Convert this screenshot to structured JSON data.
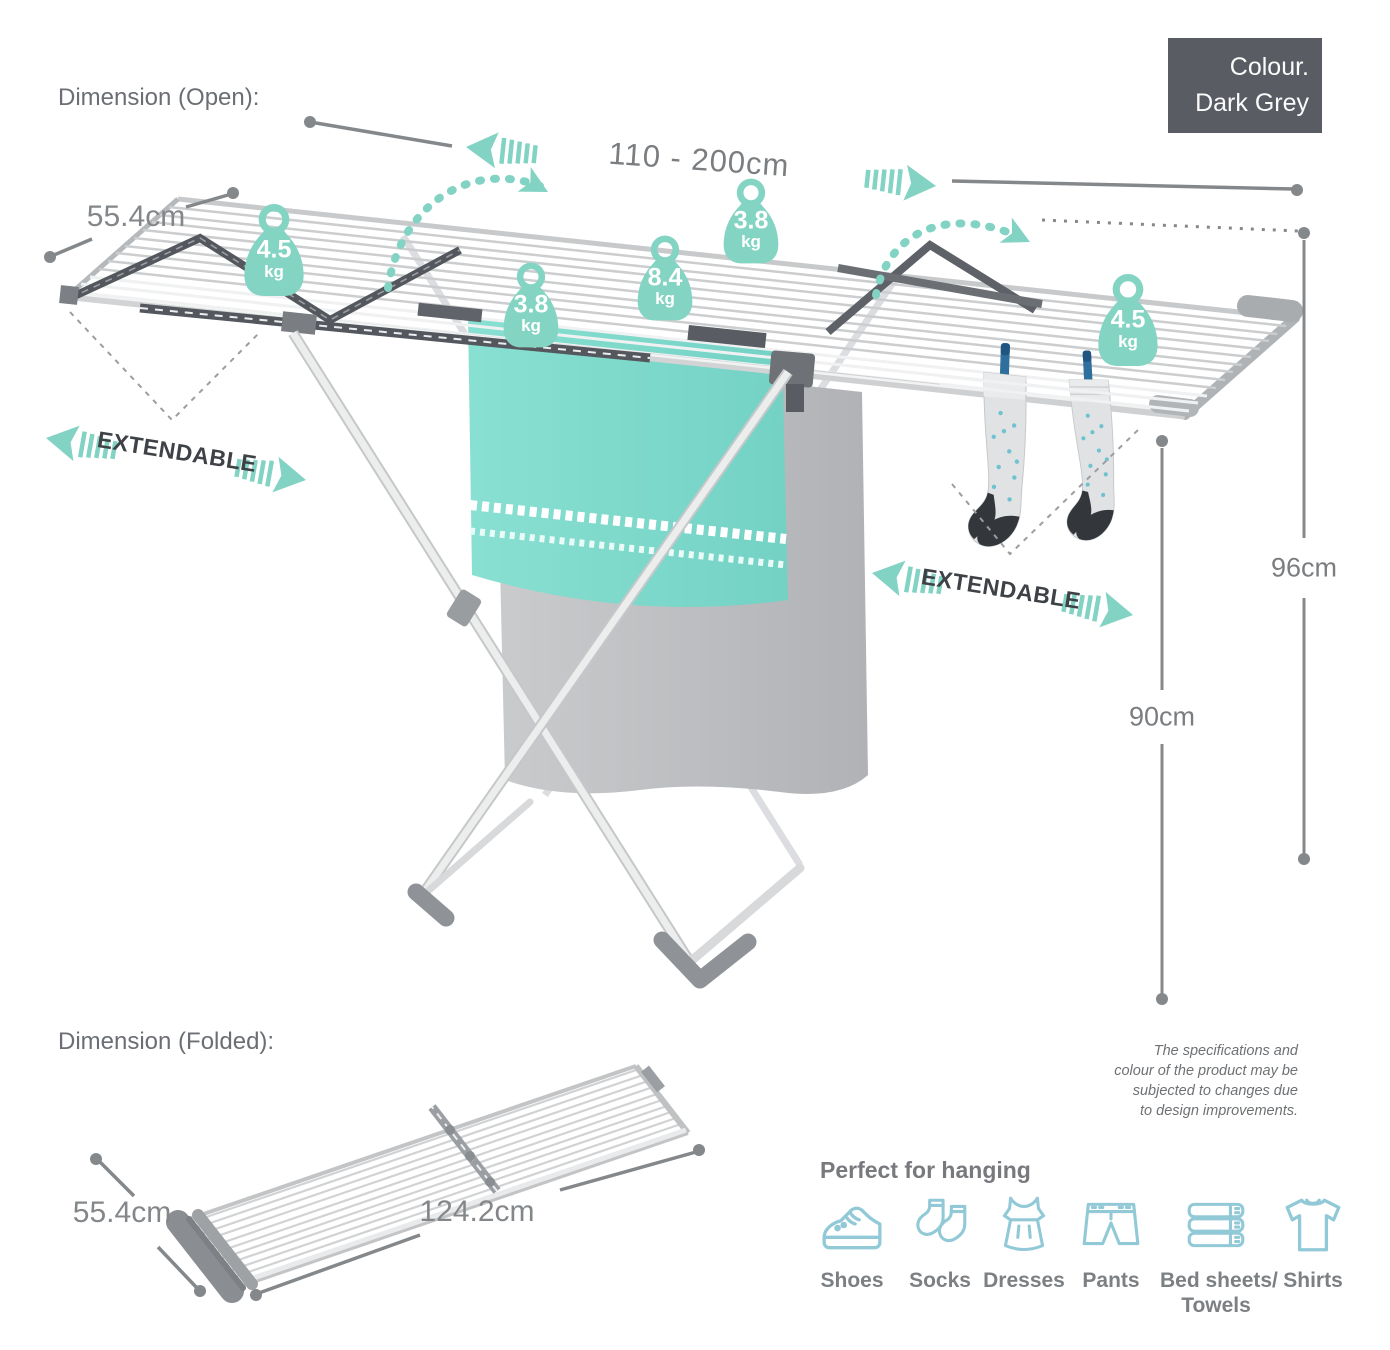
{
  "colors": {
    "accent_teal": "#82d3c3",
    "towel_teal": "#7cdccd",
    "icon_blue": "#92c9d7",
    "dark_box": "#595d63",
    "text_grey": "#84878a",
    "text_dark": "#3e4246"
  },
  "open_diagram": {
    "title": "Dimension (Open):",
    "width_range_label": "110 - 200cm",
    "wing_depth_label": "55.4cm",
    "back_height_label": "96cm",
    "front_height_label": "90cm",
    "extendable_left_label": "EXTENDABLE",
    "extendable_right_label": "EXTENDABLE",
    "weight_badges": [
      {
        "value": "4.5",
        "unit": "kg"
      },
      {
        "value": "3.8",
        "unit": "kg"
      },
      {
        "value": "8.4",
        "unit": "kg"
      },
      {
        "value": "3.8",
        "unit": "kg"
      },
      {
        "value": "4.5",
        "unit": "kg"
      }
    ]
  },
  "colour_box": {
    "line1": "Colour.",
    "line2": "Dark Grey"
  },
  "folded_diagram": {
    "title": "Dimension (Folded):",
    "depth_label": "55.4cm",
    "length_label": "124.2cm"
  },
  "disclaimer": {
    "line1": "The specifications and",
    "line2": "colour of the product may be",
    "line3": "subjected to changes due",
    "line4": "to design improvements."
  },
  "hanging": {
    "title": "Perfect for hanging",
    "items": [
      {
        "icon": "shoes-icon",
        "label1": "Shoes",
        "label2": ""
      },
      {
        "icon": "socks-icon",
        "label1": "Socks",
        "label2": ""
      },
      {
        "icon": "dress-icon",
        "label1": "Dresses",
        "label2": ""
      },
      {
        "icon": "pants-icon",
        "label1": "Pants",
        "label2": ""
      },
      {
        "icon": "bedsheets-icon",
        "label1": "Bed sheets/",
        "label2": "Towels"
      },
      {
        "icon": "shirt-icon",
        "label1": "Shirts",
        "label2": ""
      }
    ]
  }
}
